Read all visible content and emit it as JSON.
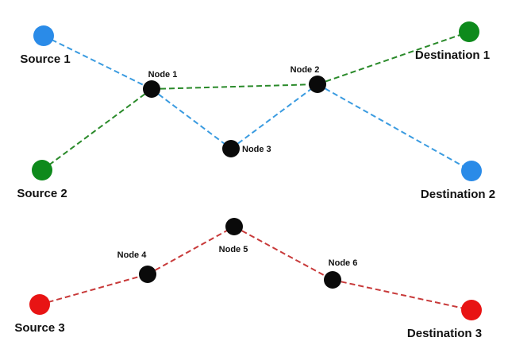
{
  "colors": {
    "blue": "#2a8be8",
    "green": "#0e8a1c",
    "red": "#e81414",
    "black": "#0a0a0a",
    "edge_blue": "#3a9be0",
    "edge_green": "#2a8a2a",
    "edge_red": "#c83a3a"
  },
  "nodes": [
    {
      "id": "source1",
      "label": "Source 1",
      "color": "blue",
      "kind": "endpoint"
    },
    {
      "id": "source2",
      "label": "Source 2",
      "color": "green",
      "kind": "endpoint"
    },
    {
      "id": "source3",
      "label": "Source 3",
      "color": "red",
      "kind": "endpoint"
    },
    {
      "id": "dest1",
      "label": "Destination 1",
      "color": "green",
      "kind": "endpoint"
    },
    {
      "id": "dest2",
      "label": "Destination 2",
      "color": "blue",
      "kind": "endpoint"
    },
    {
      "id": "dest3",
      "label": "Destination 3",
      "color": "red",
      "kind": "endpoint"
    },
    {
      "id": "node1",
      "label": "Node 1",
      "color": "black",
      "kind": "router"
    },
    {
      "id": "node2",
      "label": "Node 2",
      "color": "black",
      "kind": "router"
    },
    {
      "id": "node3",
      "label": "Node 3",
      "color": "black",
      "kind": "router"
    },
    {
      "id": "node4",
      "label": "Node 4",
      "color": "black",
      "kind": "router"
    },
    {
      "id": "node5",
      "label": "Node 5",
      "color": "black",
      "kind": "router"
    },
    {
      "id": "node6",
      "label": "Node 6",
      "color": "black",
      "kind": "router"
    }
  ],
  "edges": [
    {
      "from": "source1",
      "to": "node1",
      "color": "edge_blue"
    },
    {
      "from": "node1",
      "to": "node3",
      "color": "edge_blue"
    },
    {
      "from": "node3",
      "to": "node2",
      "color": "edge_blue"
    },
    {
      "from": "node2",
      "to": "dest2",
      "color": "edge_blue"
    },
    {
      "from": "source2",
      "to": "node1",
      "color": "edge_green"
    },
    {
      "from": "node1",
      "to": "node2",
      "color": "edge_green"
    },
    {
      "from": "node2",
      "to": "dest1",
      "color": "edge_green"
    },
    {
      "from": "source3",
      "to": "node4",
      "color": "edge_red"
    },
    {
      "from": "node4",
      "to": "node5",
      "color": "edge_red"
    },
    {
      "from": "node5",
      "to": "node6",
      "color": "edge_red"
    },
    {
      "from": "node6",
      "to": "dest3",
      "color": "edge_red"
    }
  ]
}
